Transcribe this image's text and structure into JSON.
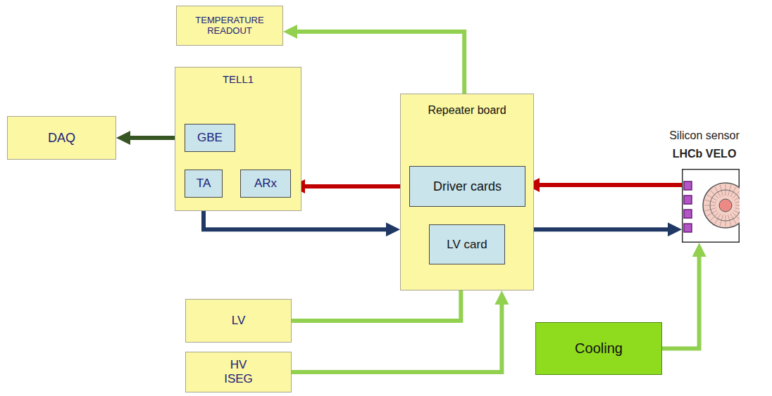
{
  "diagram": {
    "nodes": [
      {
        "text": [
          "TEMPERATURE READOUT"
        ]
      },
      {
        "text": [
          "TELL1"
        ]
      },
      {
        "text": [
          "GBE"
        ],
        "in": 1
      },
      {
        "text": [
          "TA"
        ],
        "in": 1
      },
      {
        "text": [
          "ARx"
        ],
        "in": 1
      },
      {
        "text": [
          "DAQ"
        ]
      },
      {
        "text": [
          "Repeater board"
        ]
      },
      {
        "text": [
          "Driver cards"
        ],
        "in": 6
      },
      {
        "text": [
          "LV card"
        ],
        "in": 6
      },
      {
        "text": [
          "Silicon sensor",
          "LHCb VELO"
        ]
      },
      {
        "text": [
          "LV"
        ]
      },
      {
        "text": [
          "HV ISEG"
        ]
      },
      {
        "text": [
          "Cooling"
        ]
      }
    ],
    "edges": [
      {
        "from": 6,
        "to": 0,
        "arrow": "to"
      },
      {
        "from": 2,
        "to": 5,
        "arrow": "to"
      },
      {
        "from": 9,
        "to": 7,
        "arrow": "to"
      },
      {
        "from": 7,
        "to": 4,
        "arrow": "to"
      },
      {
        "from": 3,
        "to": 6,
        "arrow": "to"
      },
      {
        "from": 6,
        "to": 9,
        "arrow": "to"
      },
      {
        "from": 10,
        "to": 8,
        "arrow": "to"
      },
      {
        "from": 11,
        "to": 6,
        "arrow": "to"
      },
      {
        "from": 12,
        "to": 9,
        "arrow": "to"
      }
    ]
  }
}
